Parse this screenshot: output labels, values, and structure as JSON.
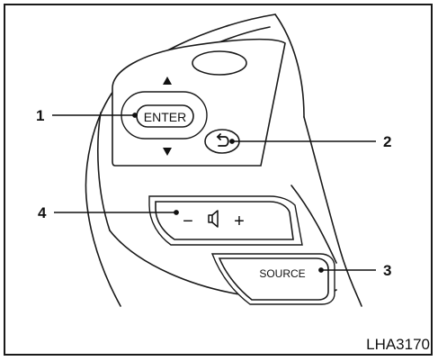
{
  "figure": {
    "callouts": [
      {
        "number": "1"
      },
      {
        "number": "2"
      },
      {
        "number": "3"
      },
      {
        "number": "4"
      }
    ],
    "buttons": {
      "enter_label": "ENTER",
      "source_label": "SOURCE",
      "volume_minus": "−",
      "volume_plus": "+"
    },
    "figure_code": "LHA3170"
  }
}
